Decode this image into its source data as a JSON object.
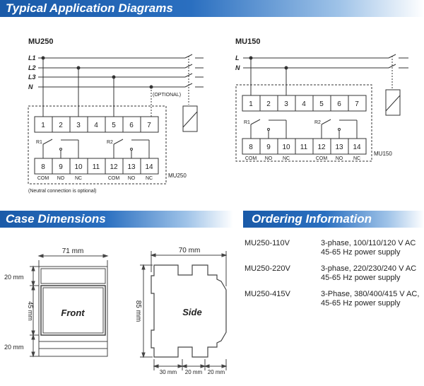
{
  "sections": {
    "typical": "Typical Application Diagrams",
    "case": "Case Dimensions",
    "ordering": "Ordering Information"
  },
  "mu250": {
    "title": "MU250",
    "lines": [
      "L1",
      "L2",
      "L3",
      "N"
    ],
    "top_terminals": [
      "1",
      "2",
      "3",
      "4",
      "5",
      "6",
      "7"
    ],
    "bottom_terminals": [
      "8",
      "9",
      "10",
      "11",
      "12",
      "13",
      "14"
    ],
    "bottom_labels": [
      "COM",
      "NO",
      "NC",
      "COM",
      "NO",
      "NC"
    ],
    "relays": [
      "R1",
      "R2"
    ],
    "optional_label": "(OPTIONAL)",
    "box_label": "MU250",
    "note": "(Neutral connection is optional)"
  },
  "mu150": {
    "title": "MU150",
    "lines": [
      "L",
      "N"
    ],
    "top_terminals": [
      "1",
      "2",
      "3",
      "4",
      "5",
      "6",
      "7"
    ],
    "bottom_terminals": [
      "8",
      "9",
      "10",
      "11",
      "12",
      "13",
      "14"
    ],
    "bottom_labels": [
      "COM",
      "NO",
      "NC",
      "COM",
      "NO",
      "NC"
    ],
    "relays": [
      "R1",
      "R2"
    ],
    "box_label": "MU150"
  },
  "case": {
    "front_width": "71 mm",
    "front_top": "20 mm",
    "front_mid": "45 mm",
    "front_bottom": "20 mm",
    "front_label": "Front",
    "side_width": "70 mm",
    "side_height": "85 mm",
    "side_label": "Side",
    "side_b1": "30 mm",
    "side_b2": "20 mm",
    "side_b3": "20 mm"
  },
  "ordering": [
    {
      "model": "MU250-110V",
      "line1": "3-phase, 100/110/120 V AC",
      "line2": "45-65 Hz power supply"
    },
    {
      "model": "MU250-220V",
      "line1": "3-phase, 220/230/240 V AC",
      "line2": "45-65 Hz power supply"
    },
    {
      "model": "MU250-415V",
      "line1": "3-Phase, 380/400/415 V AC,",
      "line2": "45-65 Hz power supply"
    }
  ]
}
